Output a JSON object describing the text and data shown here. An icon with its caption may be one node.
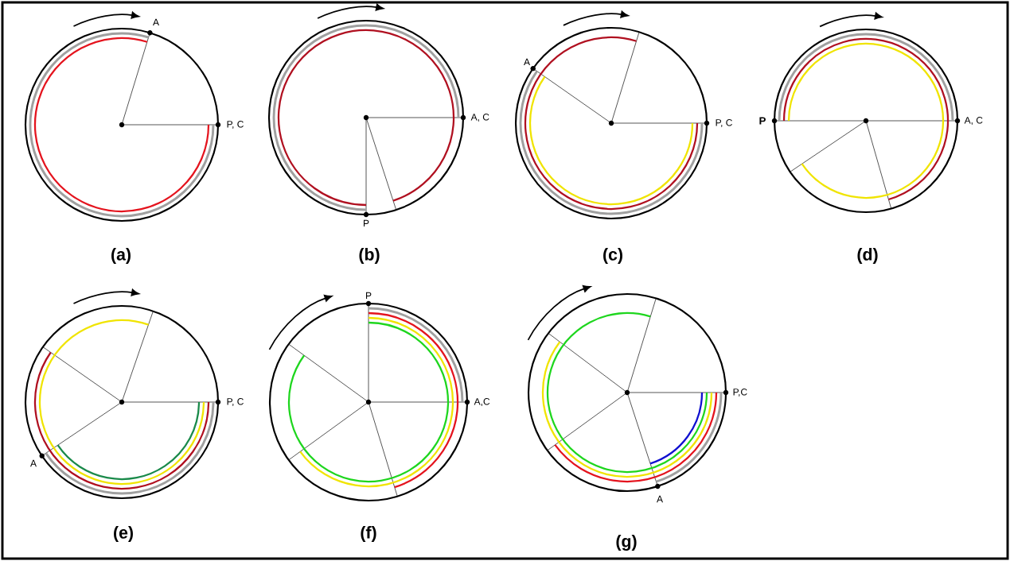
{
  "diagram": {
    "labels": [
      "A",
      "P, C",
      "(a)",
      "A, C",
      "P",
      "(b)",
      "A",
      "P, C",
      "(c)",
      "P",
      "A, C",
      "(d)",
      "P, C",
      "A",
      "(e)",
      "P",
      "A,C",
      "(f)",
      "P,C",
      "A",
      "(g)"
    ]
  }
}
